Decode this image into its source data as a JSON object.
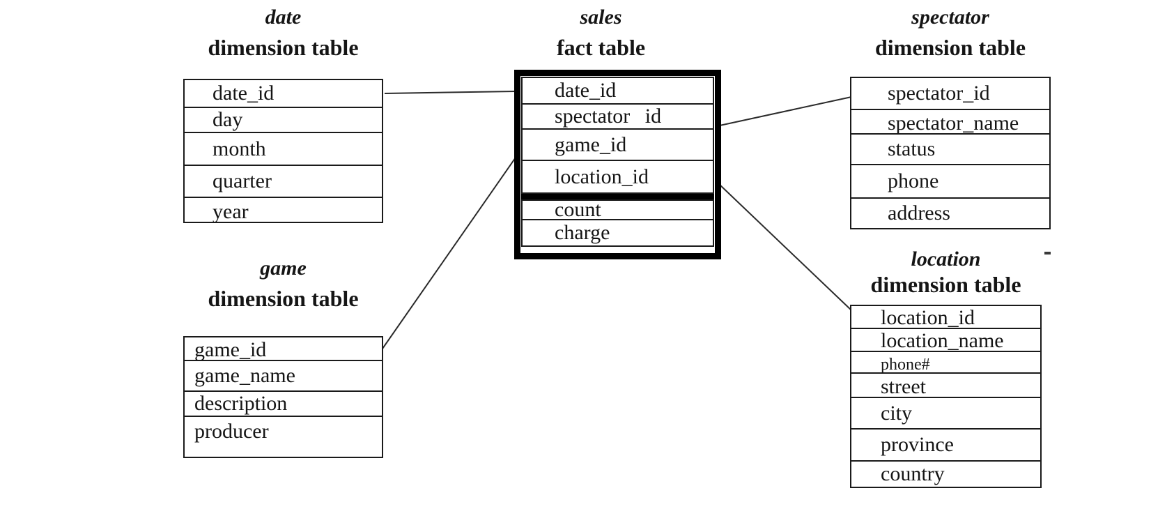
{
  "tables": {
    "date": {
      "title": "date",
      "subtitle": "dimension table",
      "fields": [
        "date_id",
        "day",
        "month",
        "quarter",
        "year"
      ]
    },
    "sales": {
      "title": "sales",
      "subtitle": "fact table",
      "key_fields": [
        "date_id",
        "spectator id",
        "game_id",
        "location_id"
      ],
      "measure_fields": [
        "count",
        "charge"
      ]
    },
    "spectator": {
      "title": "spectator",
      "subtitle": "dimension table",
      "fields": [
        "spectator_id",
        "spectator_name",
        "status",
        "phone",
        "address"
      ]
    },
    "game": {
      "title": "game",
      "subtitle": "dimension table",
      "fields": [
        "game_id",
        "game_name",
        "description",
        "producer"
      ]
    },
    "location": {
      "title": "location",
      "subtitle": "dimension table",
      "fields": [
        "location_id",
        "location_name",
        "phone#",
        "street",
        "city",
        "province",
        "country"
      ]
    }
  },
  "relationships": [
    {
      "from": "date.date_id",
      "to": "sales.date_id"
    },
    {
      "from": "spectator.spectator_id",
      "to": "sales.spectator id"
    },
    {
      "from": "game.game_id",
      "to": "sales.game_id"
    },
    {
      "from": "location.location_id",
      "to": "sales.location_id"
    }
  ],
  "colors": {
    "text": "#151515",
    "thin_border": "#1a1a1a",
    "fact_border": "#000000",
    "connector": "#2b2b2b",
    "background": "#ffffff"
  }
}
